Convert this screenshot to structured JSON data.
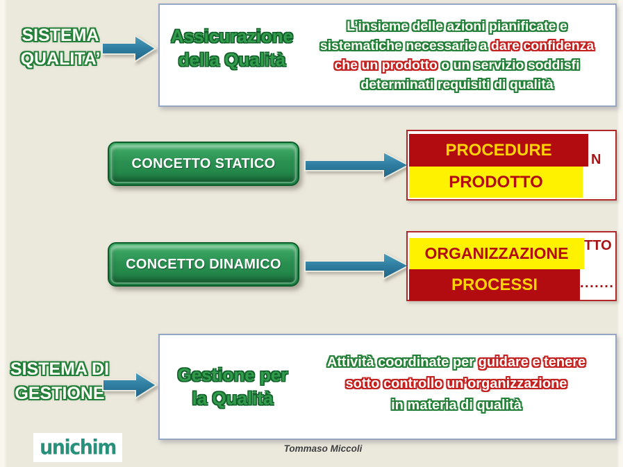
{
  "colors": {
    "background_beige": "#ebe8dc",
    "green_outline": "#237f39",
    "red_outline": "#c32020",
    "green_label": "#339b4c",
    "button_green": "#2a9152",
    "arrow_teal": "#2e7da0",
    "dark_red": "#b20c10",
    "yellow": "#fff200",
    "box_border_blue": "#95a5c4",
    "logo_green": "#27917b"
  },
  "left_labels": {
    "sistema_qualita_line1": "SISTEMA",
    "sistema_qualita_line2": "QUALITA’",
    "sistema_gestione_line1": "SISTEMA DI",
    "sistema_gestione_line2": "GESTIONE"
  },
  "top_box": {
    "label_line1": "Assicurazione",
    "label_line2": "della Qualità",
    "desc": {
      "l1_green": "L’insieme delle azioni pianificate e",
      "l2_green": "sistematiche necessarie a",
      "l2_red": "dare confidenza",
      "l3_red": "che un prodotto",
      "l3_green": "o un servizio soddisfi",
      "l4_green": "determinati requisiti di qualità"
    }
  },
  "static_row": {
    "button_label": "CONCETTO STATICO",
    "box": {
      "top_label": "PROCEDURE",
      "bottom_label": "PRODOTTO",
      "peek_text": "N"
    }
  },
  "dynamic_row": {
    "button_label": "CONCETTO DINAMICO",
    "box": {
      "top_label": "ORGANIZZAZIONE",
      "bottom_label": "PROCESSI",
      "peek_text": "TTO",
      "peek_dots": "......."
    }
  },
  "bottom_box": {
    "label_line1": "Gestione per",
    "label_line2": "la Qualità",
    "desc": {
      "l1_green": "Attività coordinate per",
      "l1_red": "guidare  e  tenere",
      "l2_red": "sotto controllo un’organizzazione",
      "l3_green": "in materia di qualità"
    }
  },
  "footer": {
    "logo_text": "unichim",
    "author": "Tommaso Miccoli"
  }
}
